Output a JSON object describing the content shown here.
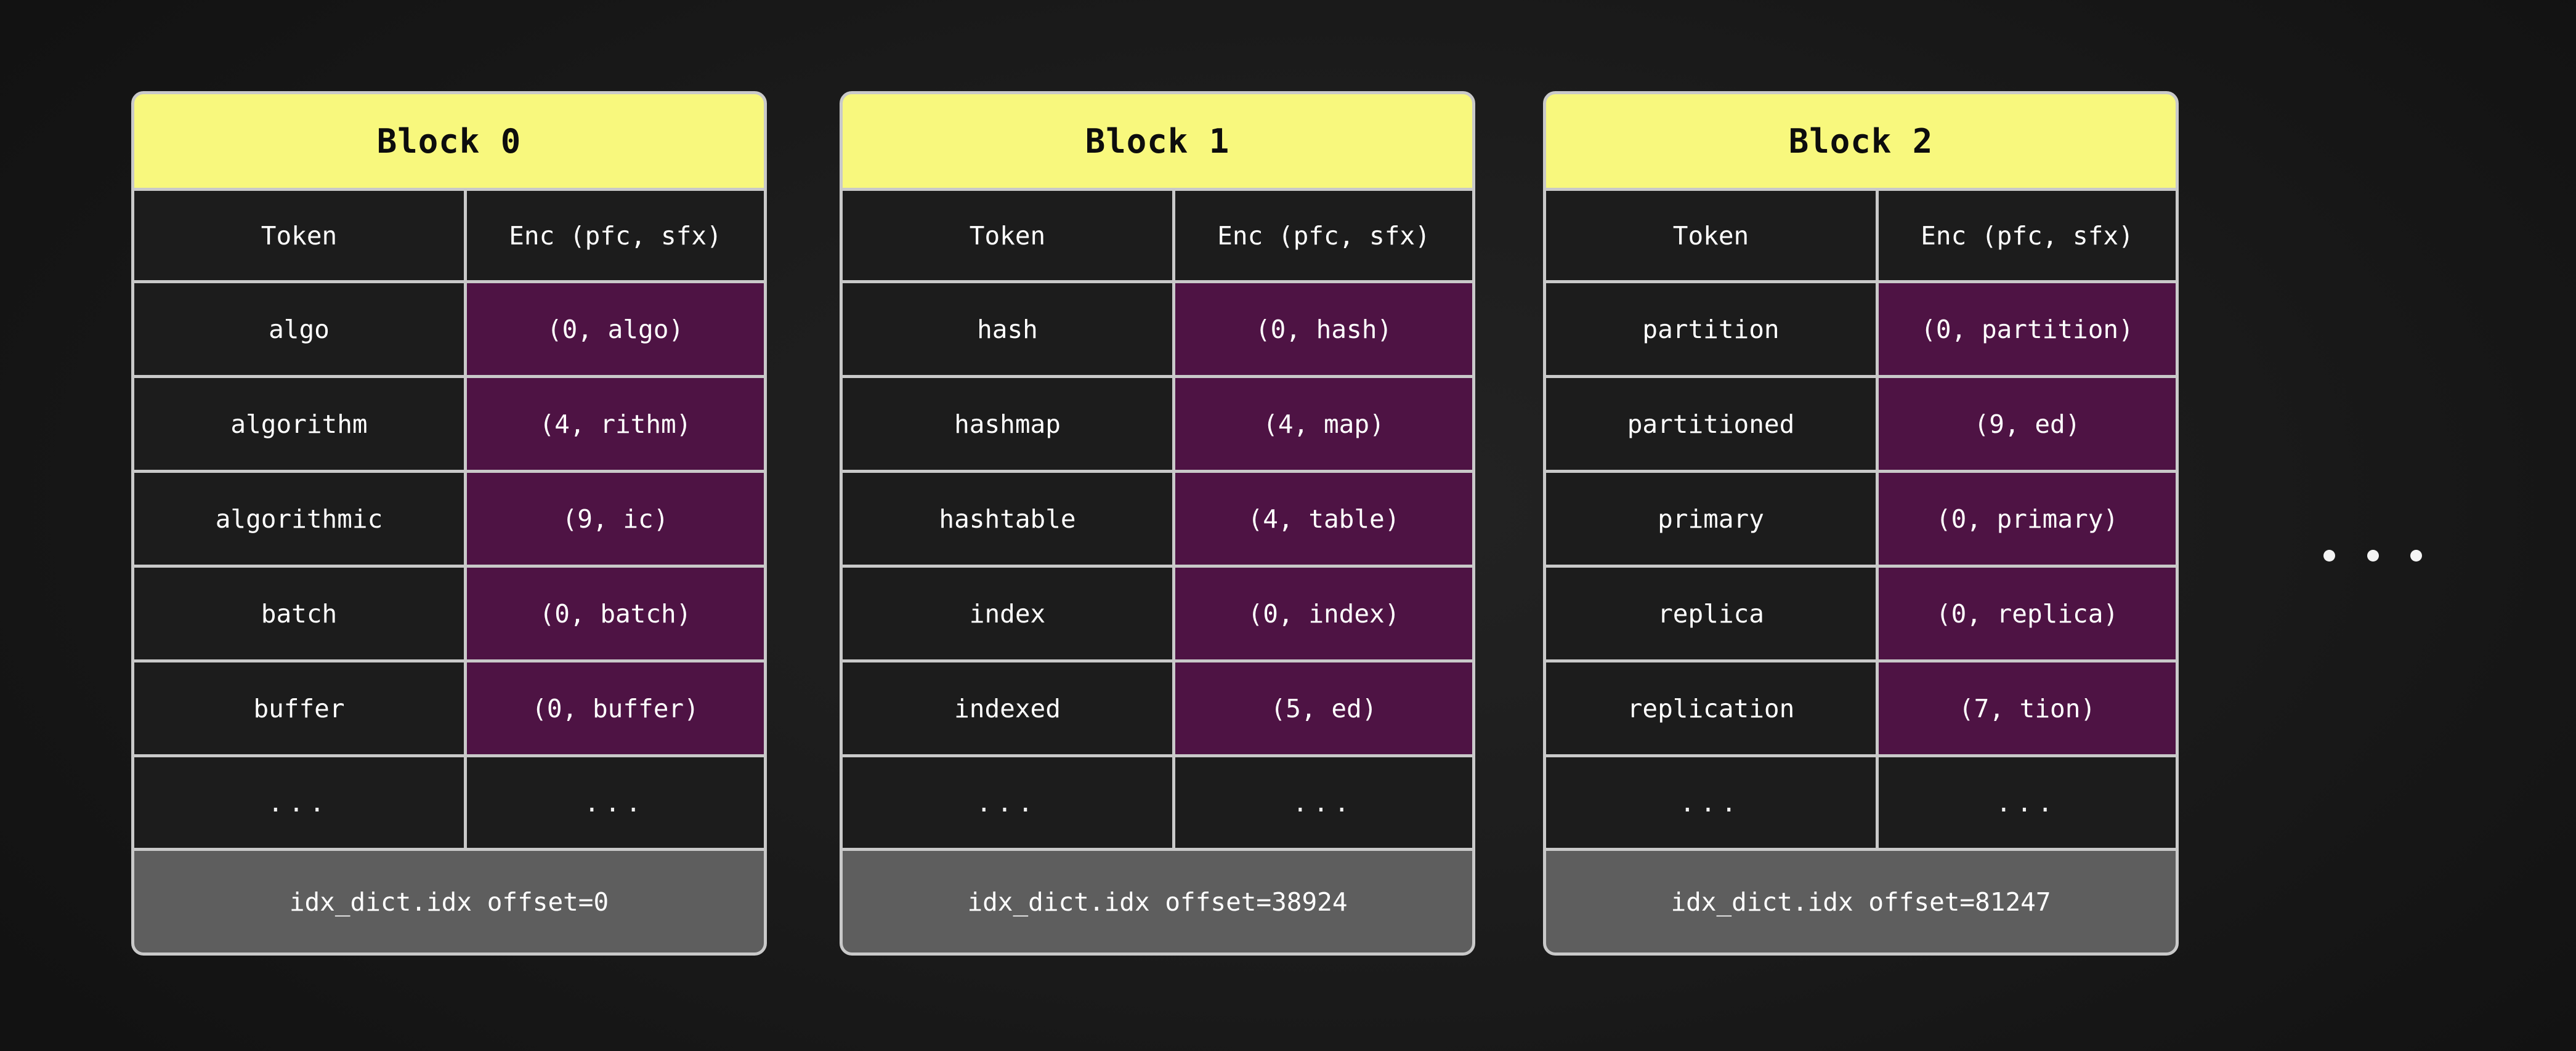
{
  "background_color": "#161616",
  "palette": {
    "header_yellow": "#f8f87d",
    "cell_dark": "#1c1c1c",
    "cell_purple": "#4e1344",
    "footer_gray": "#5e5e5e",
    "border_gray": "#c9c9c9",
    "text_light": "#ffffff",
    "text_dark": "#0d0d0d"
  },
  "columns": {
    "token": "Token",
    "enc": "Enc (pfc, sfx)"
  },
  "ellipsis": "...",
  "trailing_ellipsis": "...",
  "blocks": [
    {
      "title": "Block 0",
      "footer": "idx_dict.idx offset=0",
      "rows": [
        {
          "token": "algo",
          "enc": "(0, algo)"
        },
        {
          "token": "algorithm",
          "enc": "(4, rithm)"
        },
        {
          "token": "algorithmic",
          "enc": "(9, ic)"
        },
        {
          "token": "batch",
          "enc": "(0, batch)"
        },
        {
          "token": "buffer",
          "enc": "(0, buffer)"
        }
      ]
    },
    {
      "title": "Block 1",
      "footer": "idx_dict.idx offset=38924",
      "rows": [
        {
          "token": "hash",
          "enc": "(0, hash)"
        },
        {
          "token": "hashmap",
          "enc": "(4, map)"
        },
        {
          "token": "hashtable",
          "enc": "(4, table)"
        },
        {
          "token": "index",
          "enc": "(0, index)"
        },
        {
          "token": "indexed",
          "enc": "(5, ed)"
        }
      ]
    },
    {
      "title": "Block 2",
      "footer": "idx_dict.idx offset=81247",
      "rows": [
        {
          "token": "partition",
          "enc": "(0, partition)"
        },
        {
          "token": "partitioned",
          "enc": "(9, ed)"
        },
        {
          "token": "primary",
          "enc": "(0, primary)"
        },
        {
          "token": "replica",
          "enc": "(0, replica)"
        },
        {
          "token": "replication",
          "enc": "(7, tion)"
        }
      ]
    }
  ]
}
